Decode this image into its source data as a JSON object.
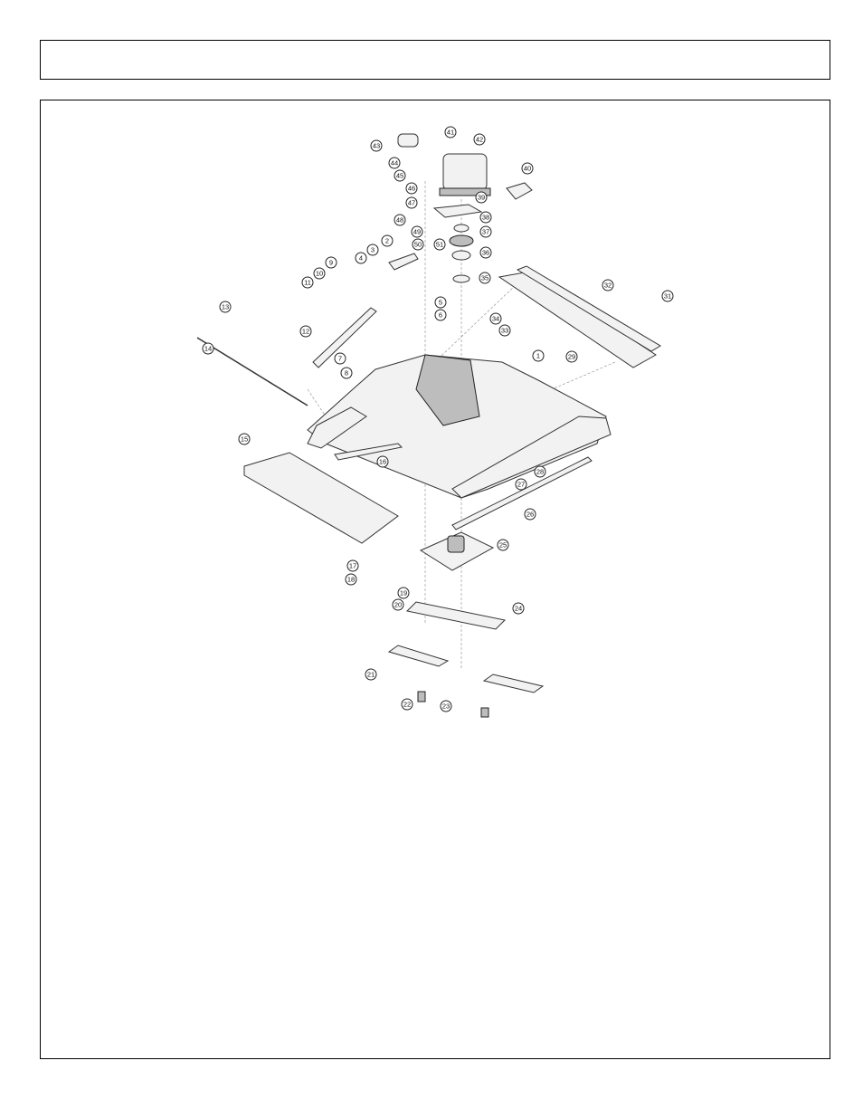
{
  "header": {
    "title": ""
  },
  "diagram": {
    "callouts": [
      "1",
      "2",
      "3",
      "4",
      "5",
      "6",
      "7",
      "8",
      "9",
      "10",
      "11",
      "12",
      "13",
      "14",
      "15",
      "16",
      "17",
      "18",
      "19",
      "20",
      "21",
      "22",
      "23",
      "24",
      "25",
      "26",
      "27",
      "28",
      "29",
      "31",
      "32",
      "33",
      "34",
      "35",
      "36",
      "37",
      "38",
      "39",
      "40",
      "41",
      "42",
      "43",
      "44",
      "45",
      "46",
      "47",
      "48",
      "49",
      "50",
      "51"
    ]
  }
}
